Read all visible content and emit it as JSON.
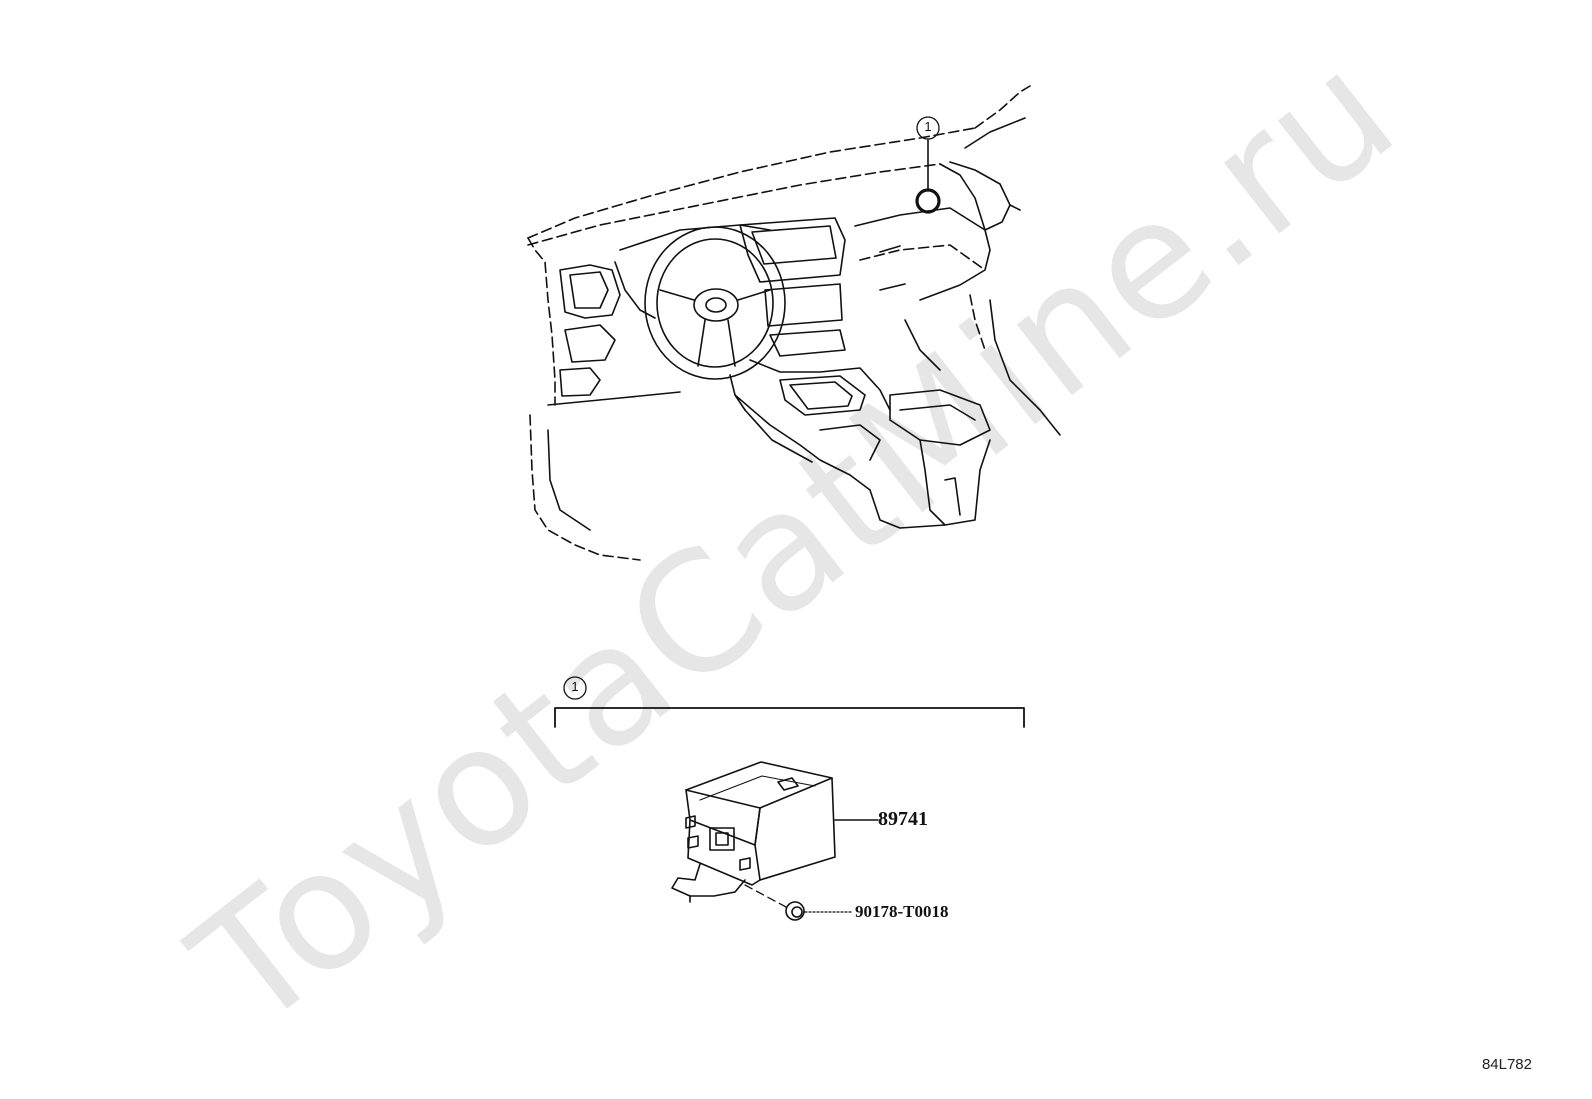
{
  "watermark": {
    "text": "ToyotaCatMine.ru"
  },
  "callouts": [
    {
      "number": "1"
    },
    {
      "number": "1"
    }
  ],
  "parts": [
    {
      "number": "89741"
    },
    {
      "number": "90178-T0018"
    }
  ],
  "ref_code": "84L782"
}
